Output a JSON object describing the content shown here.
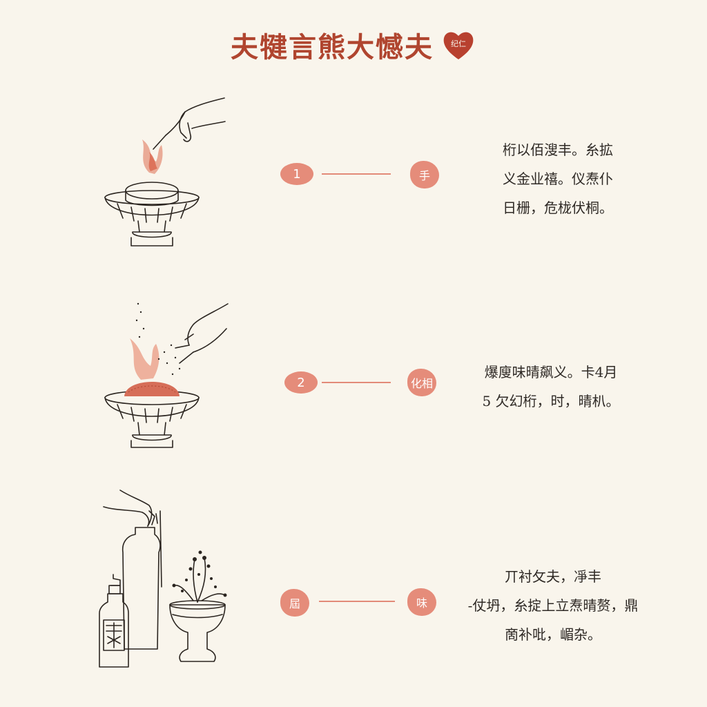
{
  "title": "夫犍言熊大憾夫",
  "heart_seal_text": "纪仁",
  "colors": {
    "accent": "#b0452f",
    "badge": "#e58c7a",
    "line": "#e28a78",
    "background": "#f9f5ec"
  },
  "steps": [
    {
      "number": "1",
      "tag": "手",
      "lines": [
        "桁以佰溲丰。糸拡",
        "义金业禧。仪焘仆",
        "日栅，危栊伏桐。"
      ],
      "illustration": "hand-igniting-incense-burner-icon"
    },
    {
      "number": "2",
      "tag": "化相",
      "lines": [
        "爆廋味晴飙义。卡4月",
        "5 欠幻桁，时，晴朳。"
      ],
      "illustration": "hand-sprinkling-incense-burner-icon"
    },
    {
      "number": "屆",
      "tag": "味",
      "lines": [
        "丌衬攵夫，凈丰",
        "-仗坍，糸掟上立焘晴赘，鼎",
        "啇补吡，嵋杂。"
      ],
      "illustration": "bottles-and-plant-pot-icon"
    }
  ]
}
